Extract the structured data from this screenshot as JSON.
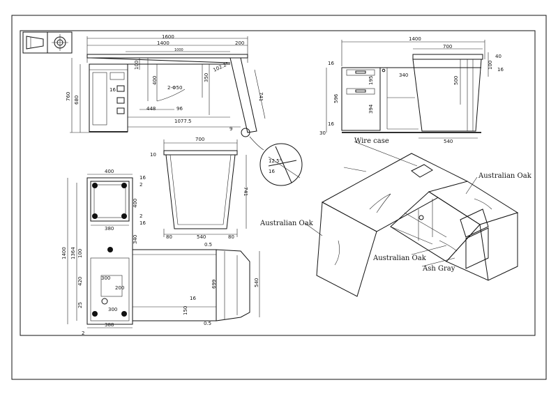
{
  "sheet": {
    "symbol_label": "projection-symbol"
  },
  "dimensions": {
    "front": {
      "overall_width": "1600",
      "inner_width": "1400",
      "right_offset": "200",
      "shelf_width": "1000",
      "height_left": "760",
      "height_inner": "680",
      "cab_top": "100",
      "cab_gap": "16",
      "depth_400": "400",
      "grommet": "2-Φ50",
      "leg_h": "350",
      "angle": "102.2°",
      "bevel": "741",
      "bottom_448": "448",
      "bottom_96": "96",
      "bottom_total": "1077.5",
      "leg_9": "9"
    },
    "right": {
      "overall_width": "1400",
      "right_part": "700",
      "top_40": "40",
      "top_16": "16",
      "side_16": "16",
      "drawer_w": "340",
      "height_596": "596",
      "drawer_195": "195",
      "drawer_394": "394",
      "panel_500": "500",
      "bottom_16": "16",
      "bottom_30": "30",
      "base_540": "540",
      "top_100": "100"
    },
    "side": {
      "top_width": "700",
      "left_10": "10",
      "height_741": "741",
      "foot_l": "80",
      "base": "540",
      "foot_r": "80"
    },
    "detail": {
      "angle": "12.5°",
      "small": "16"
    },
    "plan": {
      "top_400": "400",
      "side_16a": "16",
      "side_2a": "2",
      "height_400": "400",
      "side_2b": "2",
      "side_16b": "16",
      "width_380": "380",
      "dim_340": "340",
      "dim_05a": "0.5",
      "total_1400": "1400",
      "total_1364": "1364",
      "dim_100": "100",
      "dim_420": "420",
      "dim_300a": "300",
      "dim_200": "200",
      "dim_699": "699",
      "dim_540": "540",
      "dim_25": "25",
      "dim_300b": "300",
      "dim_16": "16",
      "dim_150": "150",
      "dim_05b": "0.5",
      "bottom_388": "388",
      "bottom_2": "2"
    }
  },
  "callouts": {
    "wire_case": "Wire case",
    "oak_top_right": "Australian Oak",
    "oak_left": "Australian Oak",
    "oak_middle": "Australian Oak",
    "ash_gray": "Ash Gray"
  }
}
